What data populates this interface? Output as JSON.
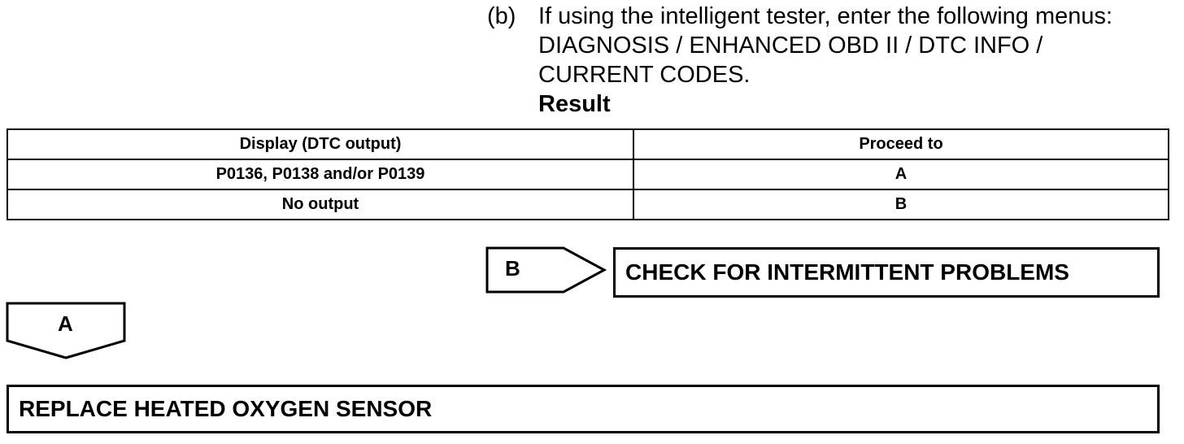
{
  "instruction": {
    "step_label": "(b)",
    "lines": [
      "If using the intelligent tester, enter the following menus:",
      "DIAGNOSIS / ENHANCED OBD II / DTC INFO /",
      "CURRENT CODES."
    ],
    "result_heading": "Result"
  },
  "result_table": {
    "headers": [
      "Display (DTC output)",
      "Proceed to"
    ],
    "rows": [
      [
        "P0136, P0138 and/or P0139",
        "A"
      ],
      [
        "No output",
        "B"
      ]
    ]
  },
  "flow": {
    "branch_b_label": "B",
    "branch_b_action": "CHECK FOR INTERMITTENT PROBLEMS",
    "branch_a_label": "A",
    "branch_a_action": "REPLACE HEATED OXYGEN SENSOR"
  }
}
